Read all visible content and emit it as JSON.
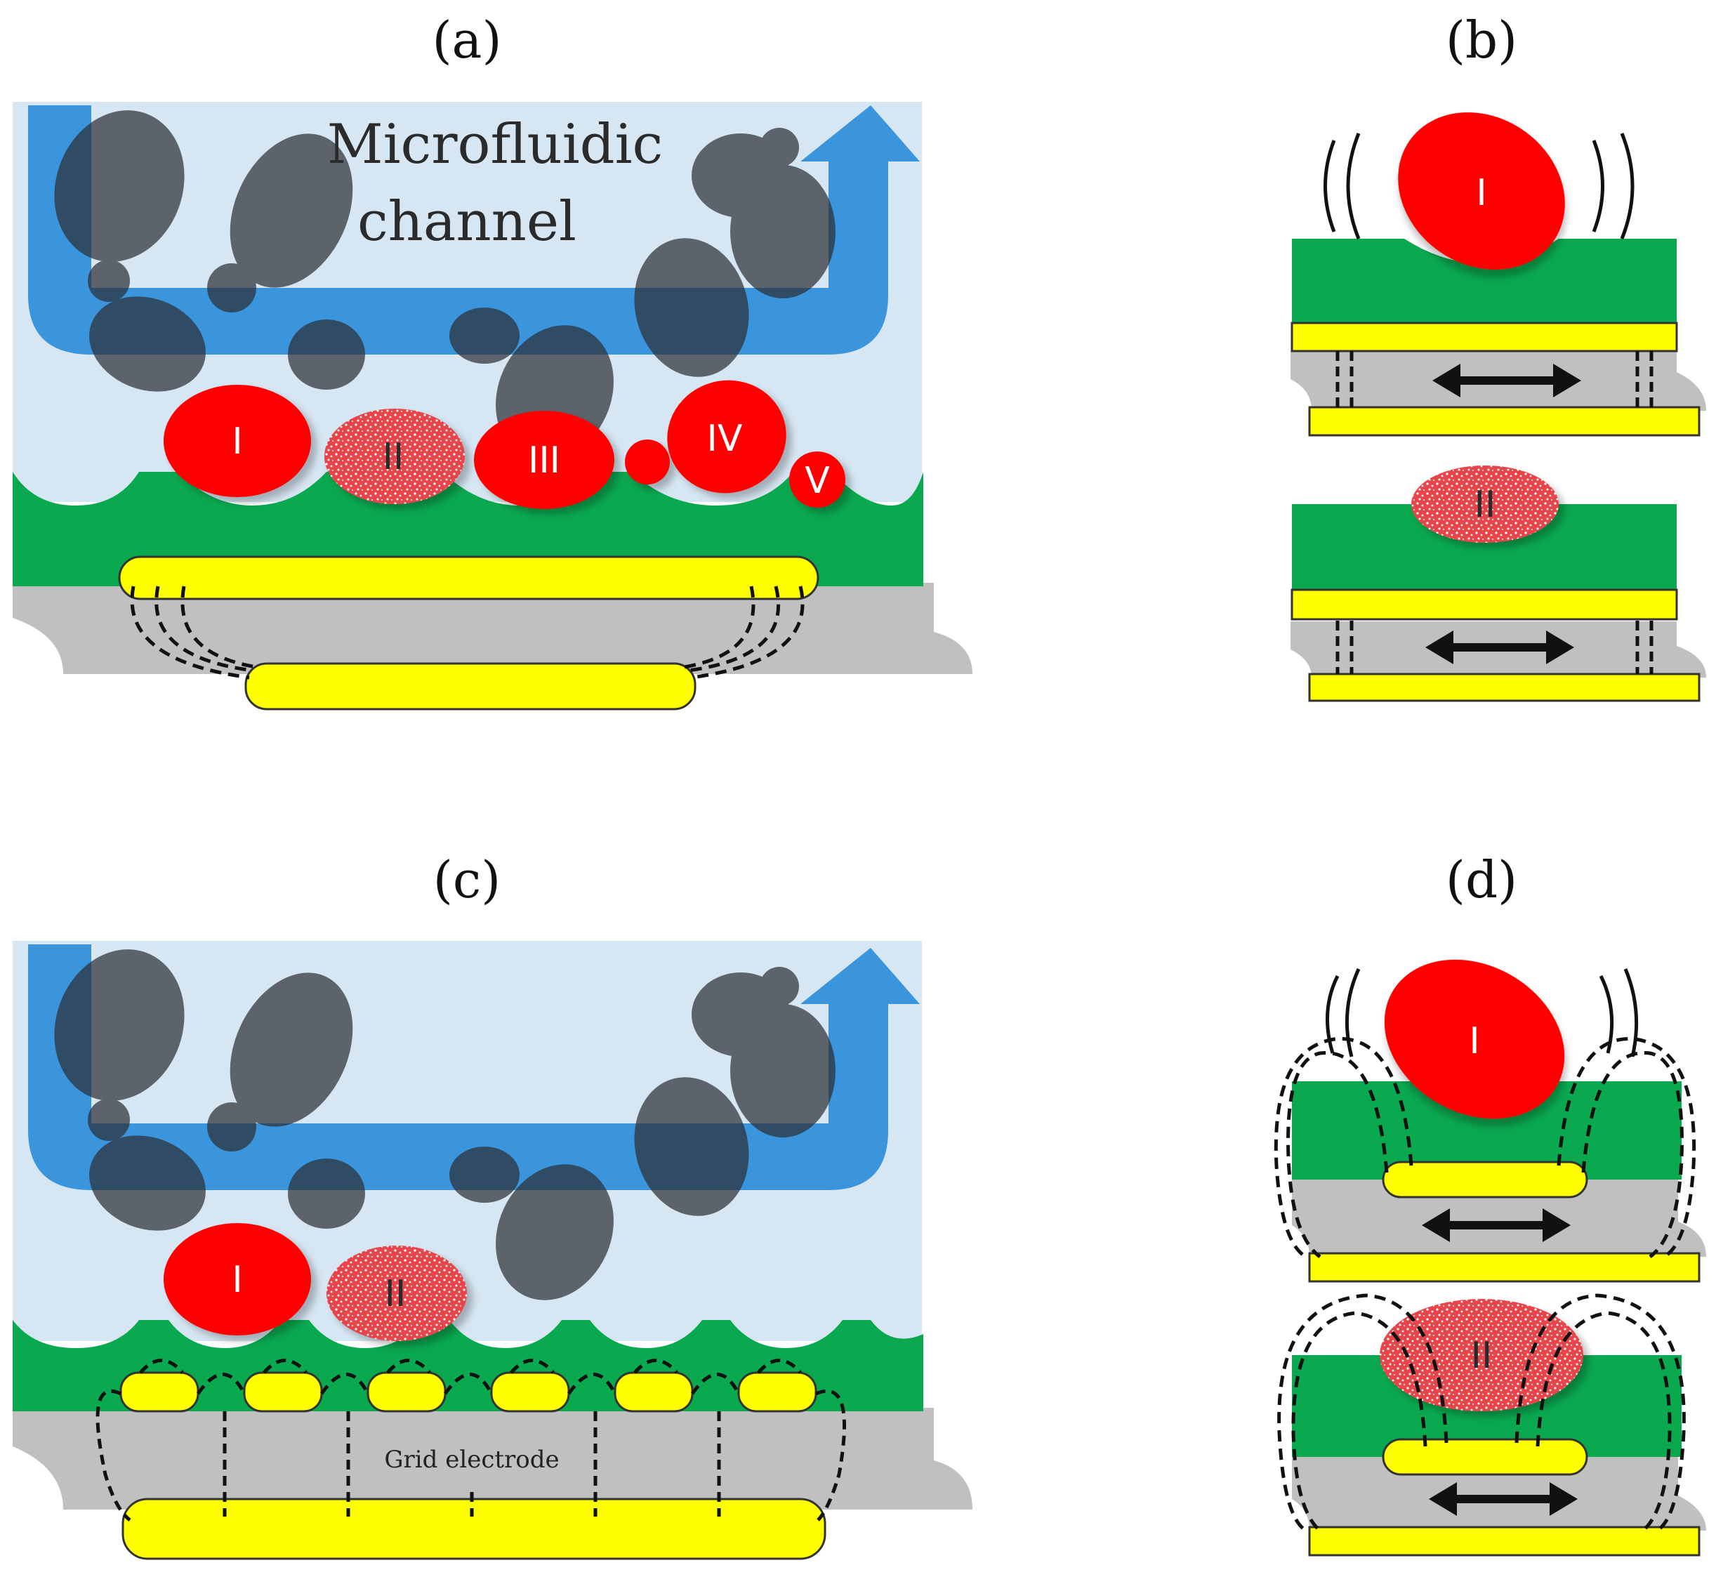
{
  "panels": {
    "a": {
      "label": "(a)",
      "channel_line1": "Microfluidic",
      "channel_line2": "channel",
      "cells": [
        "I",
        "II",
        "III",
        "IV",
        "V"
      ]
    },
    "b": {
      "label": "(b)",
      "cell_top": "I",
      "cell_bottom": "II"
    },
    "c": {
      "label": "(c)",
      "cells": [
        "I",
        "II"
      ],
      "grid_label": "Grid electrode"
    },
    "d": {
      "label": "(d)",
      "cell_top": "I",
      "cell_bottom": "II"
    }
  },
  "colors": {
    "channel_bg": "#d6e6f2",
    "flow_arrow": "#1f86d8",
    "particle": "#2c3036",
    "cell": "#ff0000",
    "layer_green": "#0aa84f",
    "electrode": "#ffff00",
    "substrate": "#c0c0c0"
  }
}
